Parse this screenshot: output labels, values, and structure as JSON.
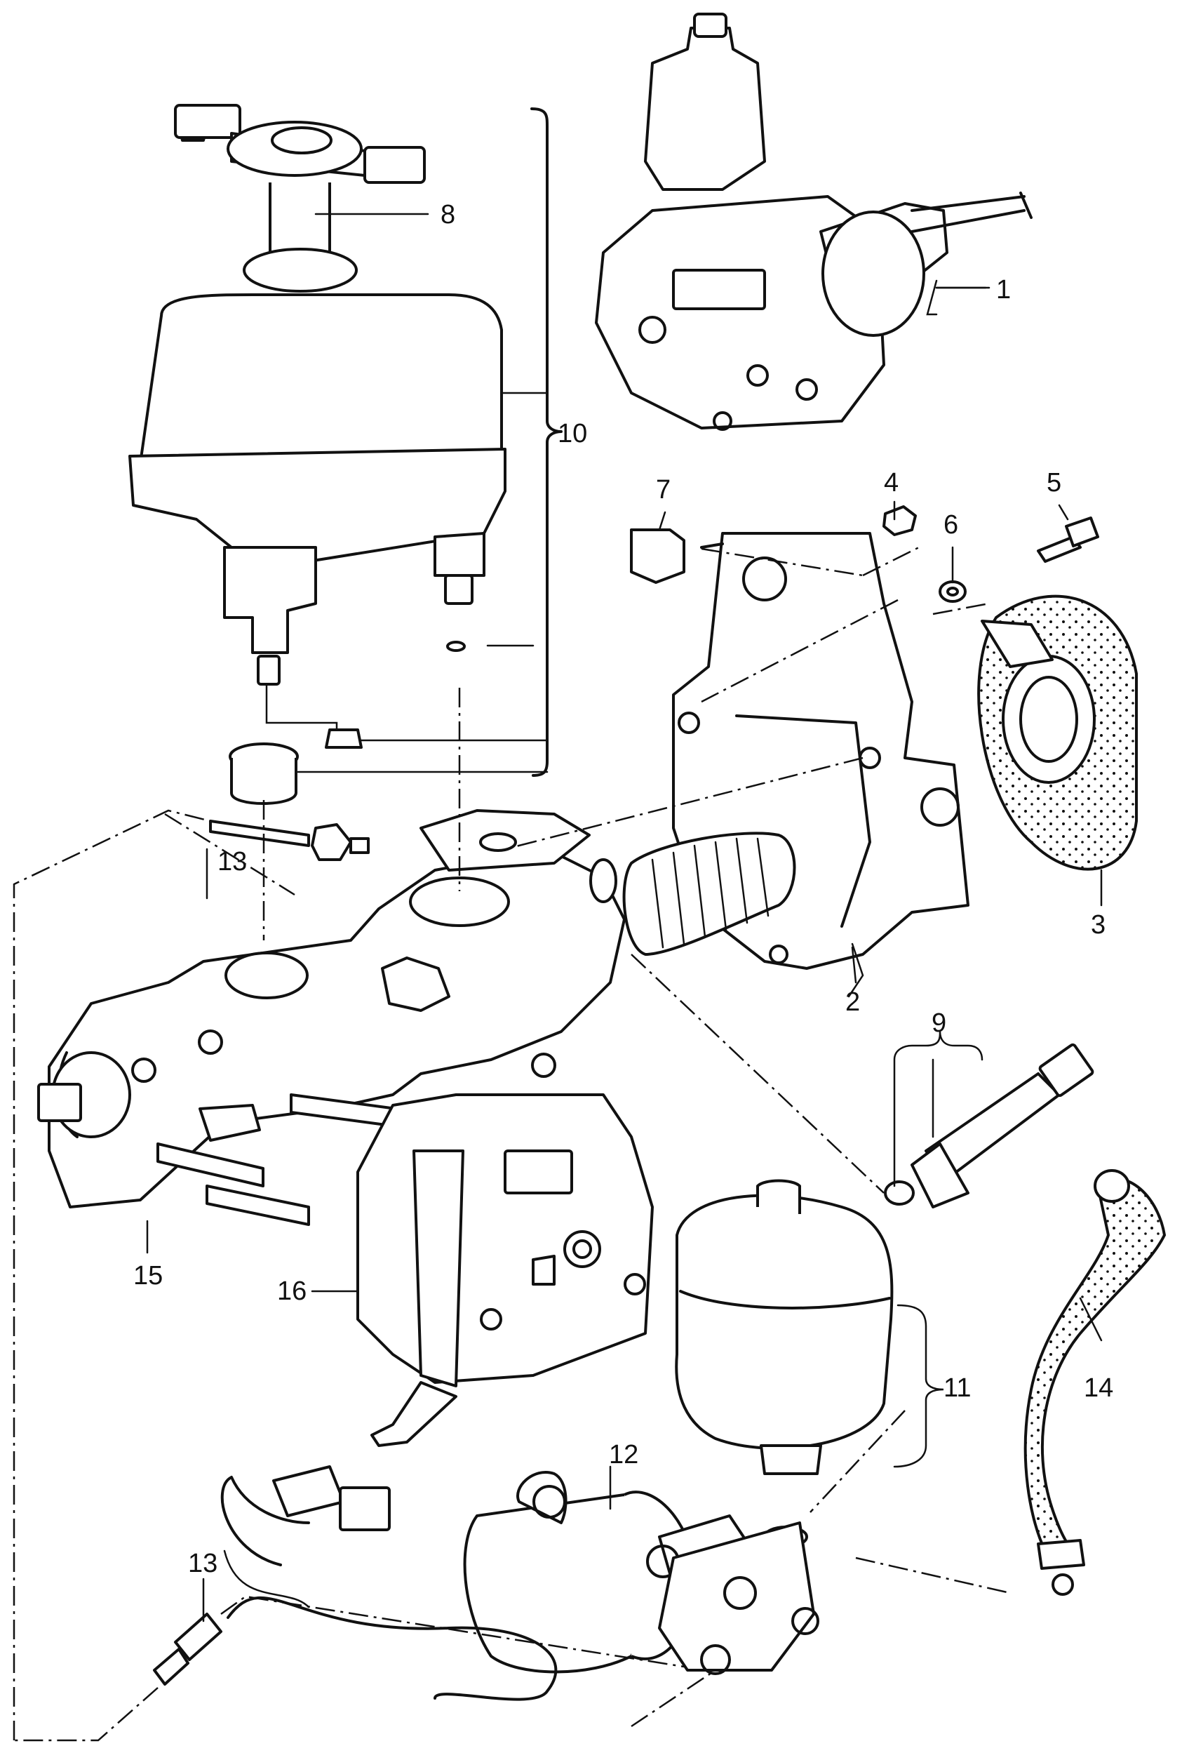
{
  "callouts": {
    "c1": "1",
    "c2": "2",
    "c3": "3",
    "c4": "4",
    "c5": "5",
    "c6": "6",
    "c7": "7",
    "c8": "8",
    "c9": "9",
    "c10": "10",
    "c11": "11",
    "c12": "12",
    "c13a": "13",
    "c13b": "13",
    "c14": "14",
    "c15": "15",
    "c16": "16"
  },
  "colors": {
    "ink": "#111111",
    "paper": "#ffffff"
  }
}
